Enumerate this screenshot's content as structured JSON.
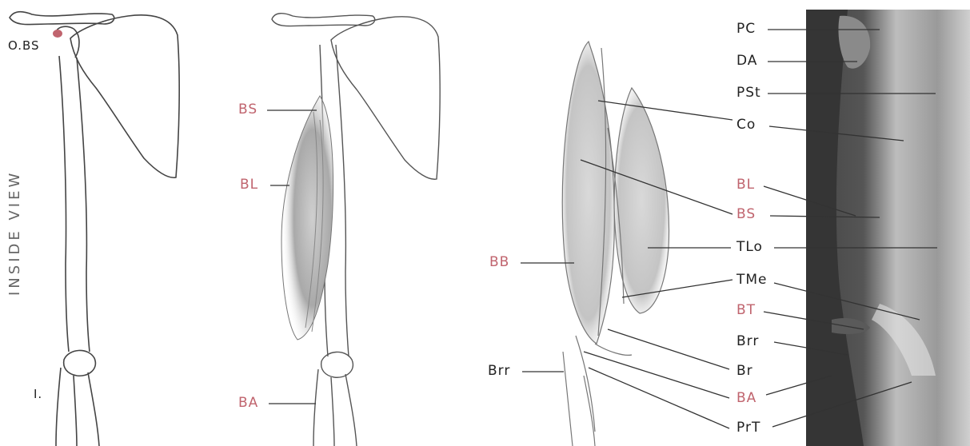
{
  "side_label": "INSIDE VIEW",
  "colors": {
    "black_label": "#222222",
    "red_label": "#c0646e",
    "bone_line": "#444444",
    "muscle_shade": "#9a9a9a",
    "photo_dark": "#3a3a3a",
    "photo_light": "#d8d8d8"
  },
  "panel1": {
    "labels": [
      {
        "id": "obs",
        "text": "O.BS",
        "color": "black"
      },
      {
        "id": "i",
        "text": "I.",
        "color": "black"
      }
    ]
  },
  "panel2": {
    "labels": [
      {
        "id": "bs",
        "text": "BS",
        "color": "red"
      },
      {
        "id": "bl",
        "text": "BL",
        "color": "red"
      },
      {
        "id": "ba",
        "text": "BA",
        "color": "red"
      }
    ]
  },
  "panel3": {
    "left_labels": [
      {
        "id": "bb",
        "text": "BB",
        "color": "red"
      },
      {
        "id": "brr_left",
        "text": "Brr",
        "color": "black"
      }
    ],
    "right_labels": [
      {
        "id": "pc",
        "text": "PC",
        "color": "black"
      },
      {
        "id": "da",
        "text": "DA",
        "color": "black"
      },
      {
        "id": "pst",
        "text": "PSt",
        "color": "black"
      },
      {
        "id": "co",
        "text": "Co",
        "color": "black"
      },
      {
        "id": "bl",
        "text": "BL",
        "color": "red"
      },
      {
        "id": "bs",
        "text": "BS",
        "color": "red"
      },
      {
        "id": "tlo",
        "text": "TLo",
        "color": "black"
      },
      {
        "id": "tme",
        "text": "TMe",
        "color": "black"
      },
      {
        "id": "bt",
        "text": "BT",
        "color": "red"
      },
      {
        "id": "brr",
        "text": "Brr",
        "color": "black"
      },
      {
        "id": "br",
        "text": "Br",
        "color": "black"
      },
      {
        "id": "ba",
        "text": "BA",
        "color": "red"
      },
      {
        "id": "prt",
        "text": "PrT",
        "color": "black"
      }
    ]
  }
}
